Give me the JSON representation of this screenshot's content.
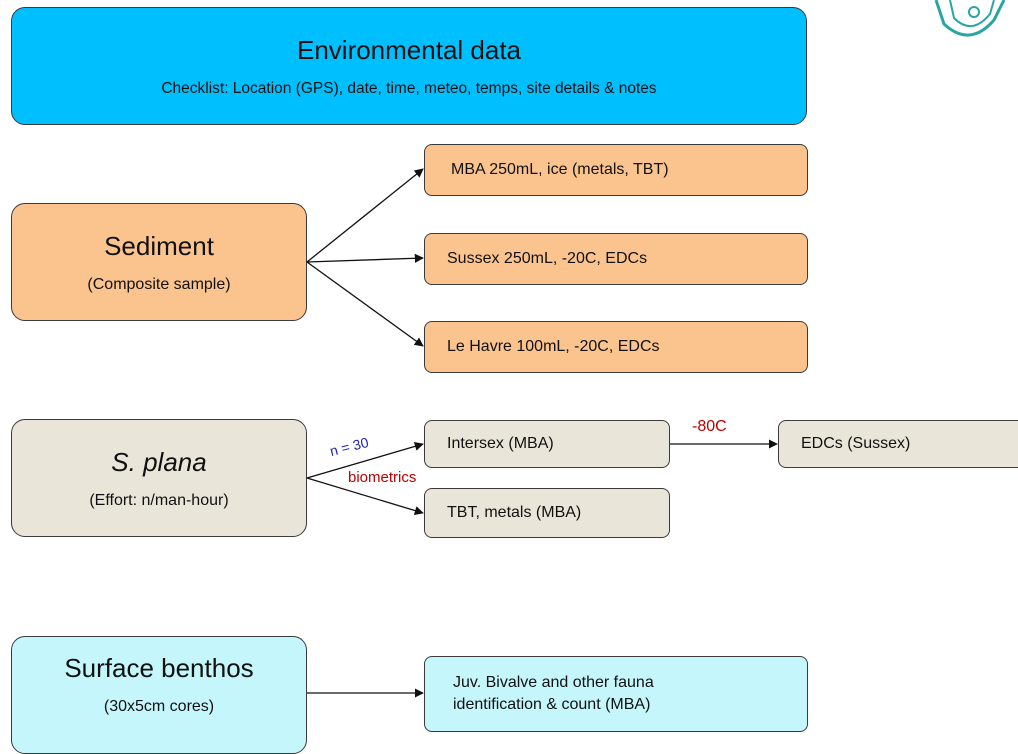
{
  "environmental": {
    "title": "Environmental data",
    "checklist": "Checklist:  Location (GPS), date, time, meteo, temps, site details & notes"
  },
  "sediment": {
    "title": "Sediment",
    "subtitle": "(Composite sample)",
    "outputs": [
      "MBA 250mL, ice (metals, TBT)",
      "Sussex 250mL, -20C, EDCs",
      "Le Havre 100mL, -20C, EDCs"
    ]
  },
  "splana": {
    "title": "S. plana",
    "subtitle": "(Effort: n/man-hour)",
    "n_label": "n = 30",
    "biometrics_label": "biometrics",
    "intersex": "Intersex (MBA)",
    "temp_label": "-80C",
    "edcs": "EDCs (Sussex)",
    "tbt": "TBT, metals (MBA)"
  },
  "benthos": {
    "title": "Surface benthos",
    "subtitle": "(30x5cm cores)",
    "output_line1": "Juv. Bivalve and other fauna",
    "output_line2": "identification & count (MBA)"
  },
  "colors": {
    "environmental": "#00bfff",
    "sediment": "#fbc48f",
    "splana": "#e9e5d9",
    "benthos": "#c5f6fb",
    "n_label": "#1f1fb0",
    "red_label": "#c00000"
  },
  "logo_icon": "shield-logo-icon"
}
